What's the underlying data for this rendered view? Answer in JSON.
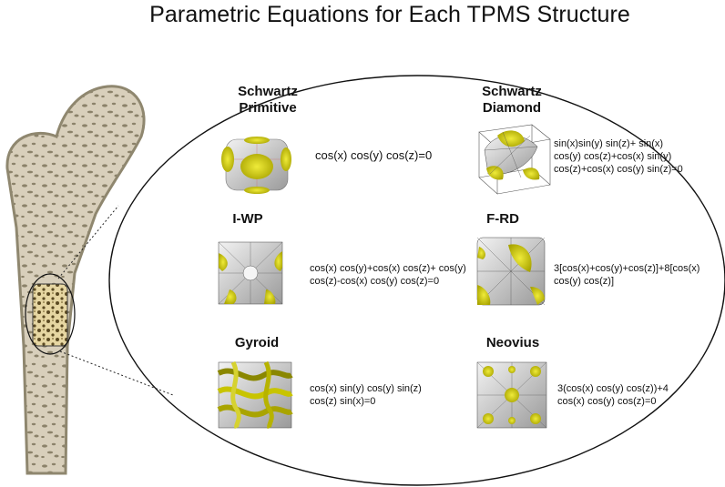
{
  "title": "Parametric Equations for Each TPMS Structure",
  "colors": {
    "accent_yellow": "#c8c400",
    "bone": "#d9d1bf",
    "bone_dark": "#8c8266",
    "frame": "#222222"
  },
  "structures": [
    {
      "name_lines": [
        "Schwartz",
        "Primitive"
      ],
      "equation_lines": [
        "cos(x) cos(y) cos(z)=0"
      ]
    },
    {
      "name_lines": [
        "Schwartz",
        "Diamond"
      ],
      "equation_lines": [
        "sin(x)sin(y) sin(z)+ sin(x)",
        "cos(y) cos(z)+cos(x) sin(y)",
        "cos(z)+cos(x) cos(y) sin(z)=0"
      ]
    },
    {
      "name_lines": [
        "I-WP"
      ],
      "equation_lines": [
        "cos(x) cos(y)+cos(x) cos(z)+ cos(y)",
        "cos(z)-cos(x) cos(y) cos(z)=0"
      ]
    },
    {
      "name_lines": [
        "F-RD"
      ],
      "equation_lines": [
        "3[cos(x)+cos(y)+cos(z)]+8[cos(x)",
        "cos(y) cos(z)]"
      ]
    },
    {
      "name_lines": [
        "Gyroid"
      ],
      "equation_lines": [
        "cos(x) sin(y) cos(y) sin(z)",
        "cos(z) sin(x)=0"
      ]
    },
    {
      "name_lines": [
        "Neovius"
      ],
      "equation_lines": [
        "3(cos(x) cos(y) cos(z))+4",
        "cos(x) cos(y) cos(z)=0"
      ]
    }
  ]
}
